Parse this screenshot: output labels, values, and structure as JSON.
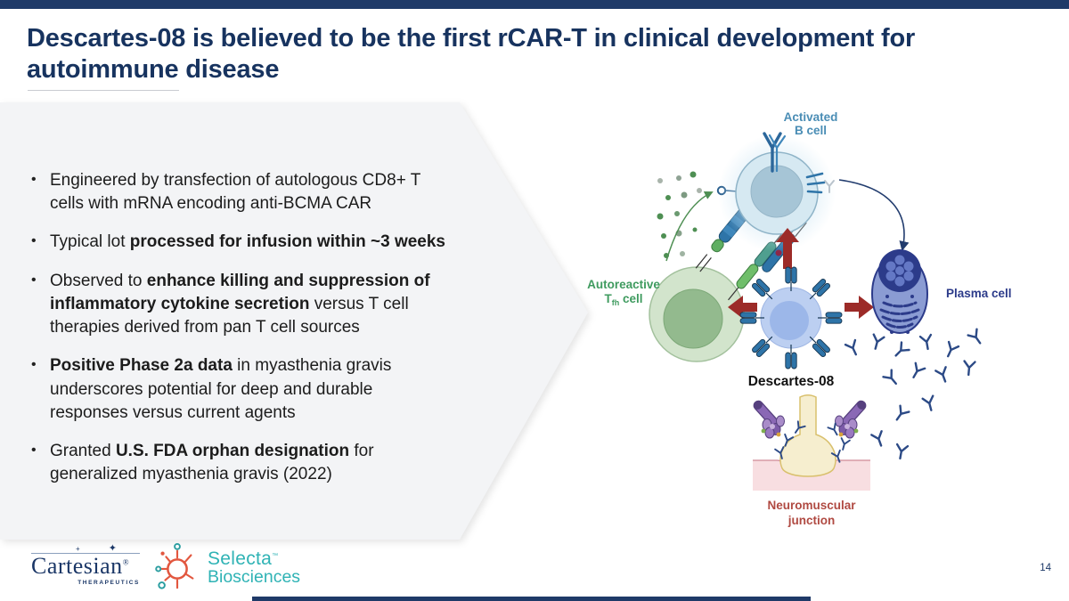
{
  "slide": {
    "title": "Descartes-08 is believed to be the first rCAR-T in clinical development for autoimmune disease",
    "page_number": "14"
  },
  "bullets": [
    {
      "segments": [
        {
          "text": "Engineered by transfection of autologous CD8+ T cells with mRNA encoding anti-BCMA CAR",
          "bold": false
        }
      ]
    },
    {
      "segments": [
        {
          "text": "Typical lot ",
          "bold": false
        },
        {
          "text": "processed for infusion within ~3 weeks",
          "bold": true
        }
      ]
    },
    {
      "segments": [
        {
          "text": "Observed to ",
          "bold": false
        },
        {
          "text": "enhance killing and suppression of inflammatory cytokine secretion",
          "bold": true
        },
        {
          "text": " versus T cell therapies derived from pan T cell sources",
          "bold": false
        }
      ]
    },
    {
      "segments": [
        {
          "text": "Positive Phase 2a data",
          "bold": true
        },
        {
          "text": " in myasthenia gravis underscores potential for deep and durable responses versus current agents",
          "bold": false
        }
      ]
    },
    {
      "segments": [
        {
          "text": "Granted ",
          "bold": false
        },
        {
          "text": "U.S. FDA orphan designation",
          "bold": true
        },
        {
          "text": " for generalized myasthenia gravis (2022)",
          "bold": false
        }
      ]
    }
  ],
  "diagram": {
    "labels": {
      "activated_line1": "Activated",
      "activated_line2": "B cell",
      "autoreactive_line1": "Autoreactive",
      "tfh_pre": "T",
      "tfh_sub": "fh",
      "tfh_post": " cell",
      "plasma_cell": "Plasma cell",
      "descartes": "Descartes-08",
      "nmj_line1": "Neuromuscular",
      "nmj_line2": "junction"
    },
    "colors": {
      "activated_label": "#4a8db5",
      "autoreactive_label": "#3f9b5f",
      "plasma_label": "#2c3b8a",
      "nmj_label": "#b04a42",
      "red_arrow": "#9c2b28",
      "antibody": "#2c4a86"
    }
  },
  "footer": {
    "cartesian_name": "Cartesian",
    "cartesian_reg": "®",
    "cartesian_sub": "THERAPEUTICS",
    "selecta_name": "Selecta",
    "selecta_tm": "™",
    "selecta_sub": "Biosciences",
    "icons": {
      "compass_star": "✦",
      "compass_plus": "+"
    }
  },
  "theme": {
    "navy": "#1f3a68",
    "title_navy": "#17335f",
    "panel_gray": "#f3f4f6",
    "selecta_teal": "#2fb3b5",
    "selecta_orange": "#e2573f"
  }
}
